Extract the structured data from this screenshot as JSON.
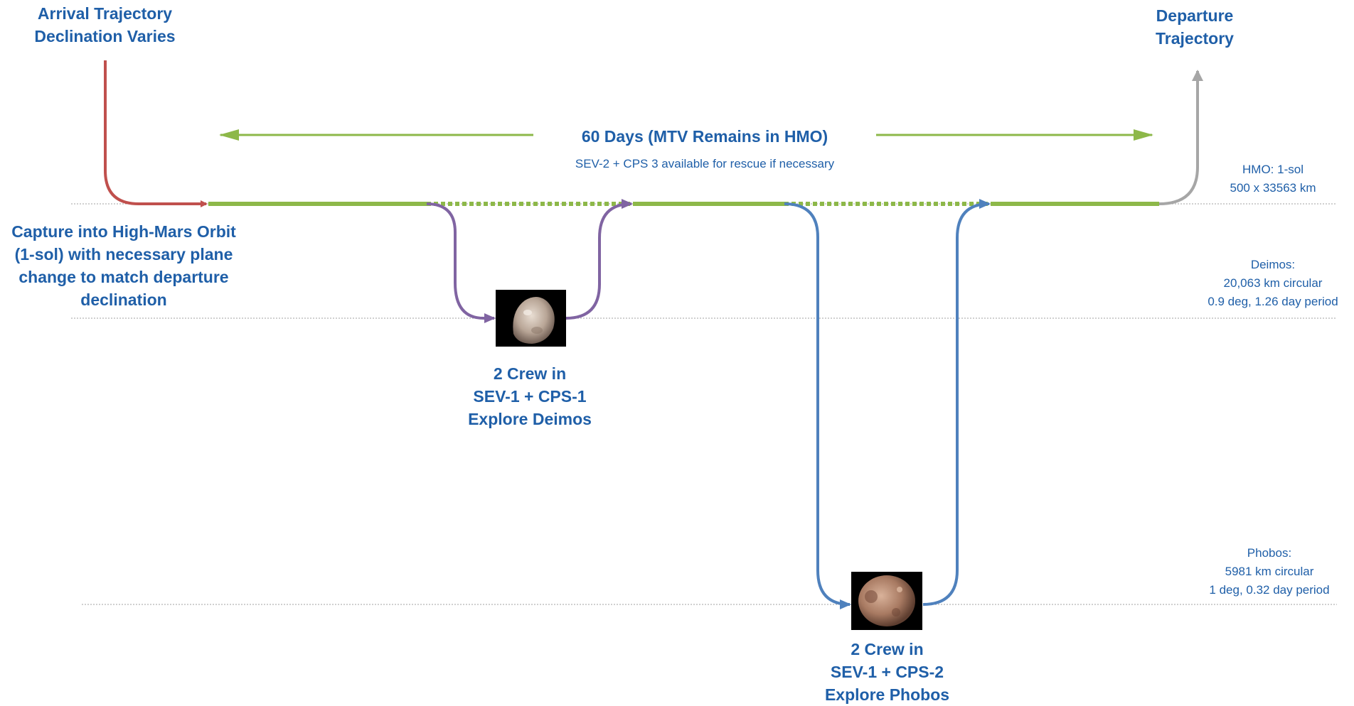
{
  "labels": {
    "arrival": [
      "Arrival Trajectory",
      "Declination Varies"
    ],
    "departure": [
      "Departure",
      "Trajectory"
    ],
    "duration_title": "60 Days (MTV Remains in HMO)",
    "rescue_note": "SEV-2 + CPS 3 available for rescue if necessary",
    "capture": [
      "Capture into High-Mars Orbit",
      "(1-sol) with necessary plane",
      "change to match departure",
      "declination"
    ],
    "deimos_crew": [
      "2 Crew in",
      "SEV-1  + CPS-1",
      "Explore Deimos"
    ],
    "phobos_crew": [
      "2 Crew in",
      "SEV-1  + CPS-2",
      "Explore Phobos"
    ],
    "hmo_info": [
      "HMO:  1-sol",
      "500 x 33563 km"
    ],
    "deimos_info": [
      "Deimos:",
      "20,063 km circular",
      "0.9 deg, 1.26 day period"
    ],
    "phobos_info": [
      "Phobos:",
      "5981 km circular",
      "1 deg, 0.32 day period"
    ]
  },
  "colors": {
    "text": "#1F5FA8",
    "arrival": "#C0504D",
    "hmo": "#8DB849",
    "deimos_path": "#8064A2",
    "phobos_path": "#4F81BD",
    "departure": "#A6A6A6",
    "orbit_line": "#A0A0A0"
  },
  "icons": {
    "deimos": "deimos-moon-image",
    "phobos": "phobos-moon-image"
  }
}
